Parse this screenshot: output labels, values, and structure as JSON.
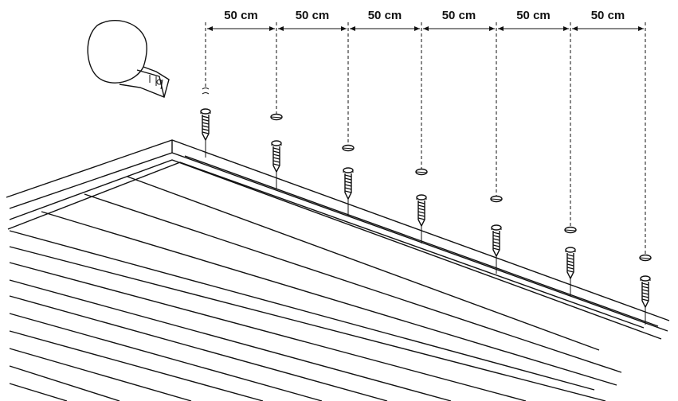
{
  "spacing_labels": [
    "50 cm",
    "50 cm",
    "50 cm",
    "50 cm",
    "50 cm",
    "50 cm"
  ],
  "fastener_count": 7,
  "tool": "measuring-tape-icon",
  "ink_color": "#111111",
  "background_color": "#ffffff"
}
